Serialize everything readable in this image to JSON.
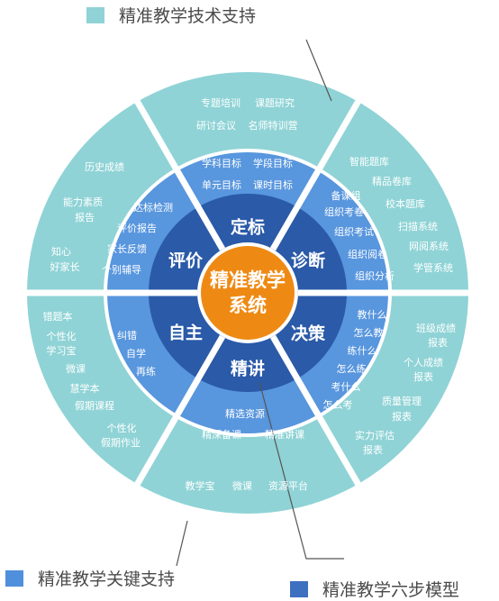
{
  "legends": {
    "outer": {
      "label": "精准教学技术支持",
      "color": "#8fd3d6"
    },
    "middle": {
      "label": "精准教学关键支持",
      "color": "#4f8fdb"
    },
    "inner": {
      "label": "精准教学六步模型",
      "color": "#3e70c0"
    }
  },
  "center": {
    "line1": "精准教学",
    "line2": "系统",
    "color": "#ee8a14"
  },
  "colors": {
    "outer": "#8fd3d6",
    "middle": "#5896de",
    "inner": "#2a5aa8",
    "leader": "#555555"
  },
  "steps": {
    "top": "定标",
    "right_top": "诊断",
    "right_bottom": "决策",
    "bottom": "精讲",
    "left_bottom": "自主",
    "left_top": "评价"
  },
  "middle": {
    "top": [
      "学科目标",
      "学段目标",
      "单元目标",
      "课时目标"
    ],
    "right_top": [
      "备课组",
      "组织考卷",
      "组织考试",
      "组织阅卷",
      "组织分析"
    ],
    "right_bottom": [
      "教什么",
      "怎么教",
      "练什么",
      "怎么练",
      "考什么",
      "怎么考"
    ],
    "bottom": [
      "精选资源",
      "精深备课",
      "精准讲课"
    ],
    "left_bottom": [
      "纠错",
      "自学",
      "再练"
    ],
    "left_top": [
      "达标检测",
      "评价报告",
      "家长反馈",
      "个别辅导"
    ]
  },
  "outer": {
    "top": [
      "专题培训",
      "课题研究",
      "研讨会议",
      "名师特训营"
    ],
    "right_top": [
      "智能题库",
      "精品卷库",
      "校本题库",
      "扫描系统",
      "网阅系统",
      "学管系统"
    ],
    "right_bottom": [
      "班级成绩",
      "报表",
      "个人成绩",
      "报表",
      "质量管理",
      "报表",
      "实力评估",
      "报表"
    ],
    "bottom": [
      "教学宝",
      "微课",
      "资源平台"
    ],
    "left_bottom": [
      "错题本",
      "个性化",
      "学习宝",
      "微课",
      "慧学本",
      "假期课程",
      "个性化",
      "假期作业"
    ],
    "left_top": [
      "历史成绩",
      "能力素质",
      "报告",
      "知心",
      "好家长"
    ]
  }
}
